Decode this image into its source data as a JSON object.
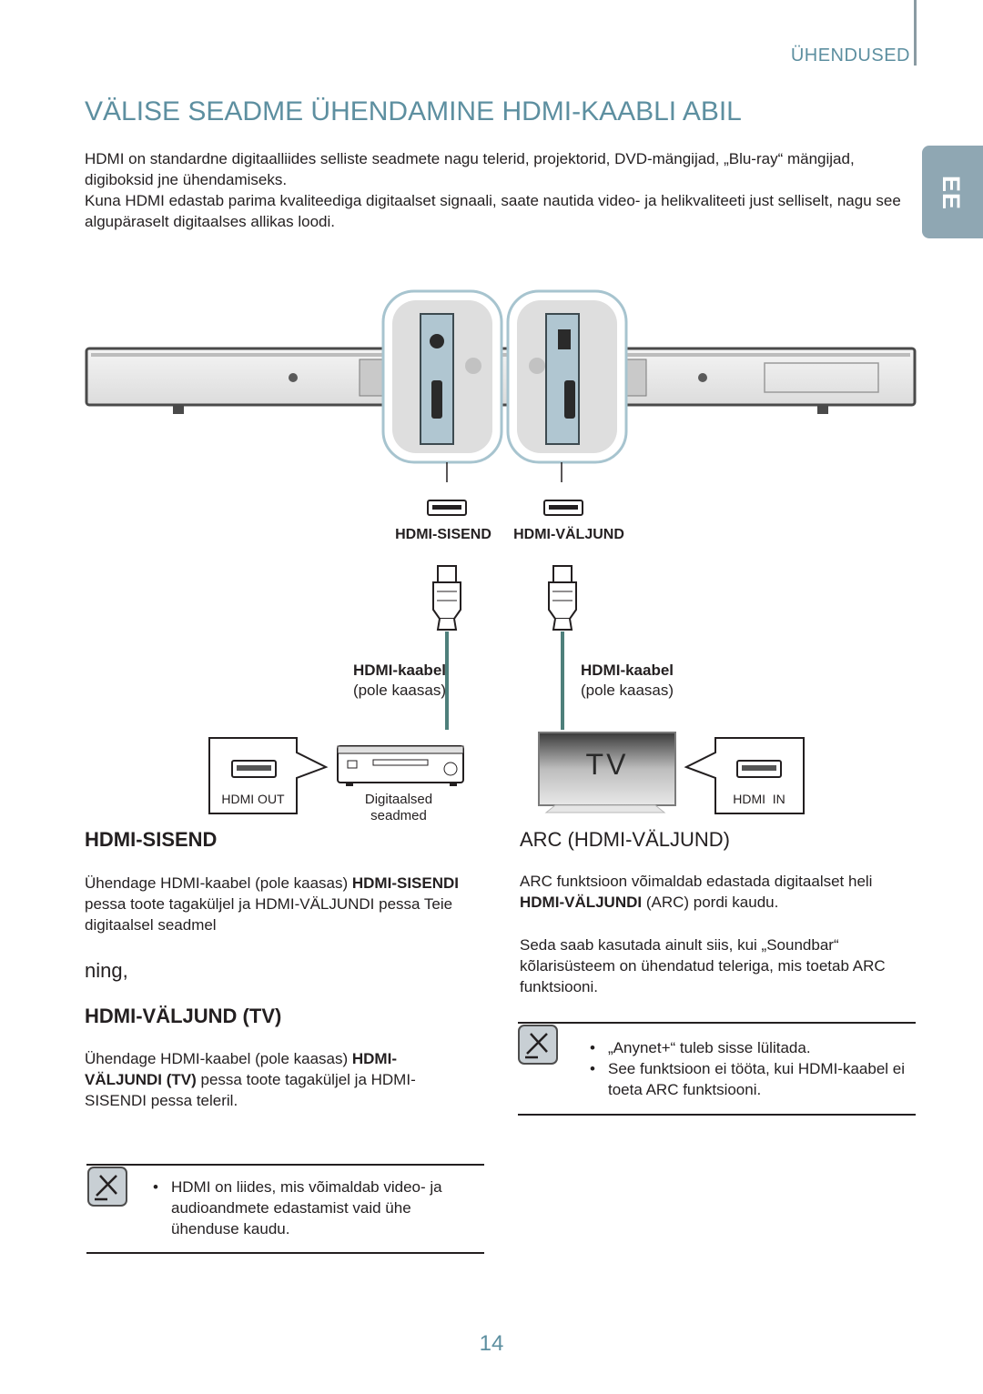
{
  "header": {
    "section": "ÜHENDUSED",
    "language_tab": "EE"
  },
  "title": "VÄLISE SEADME ÜHENDAMINE HDMI-KAABLI ABIL",
  "intro": [
    "HDMI on standardne digitaalliides selliste seadmete nagu telerid, projektorid, DVD-mängijad, „Blu-ray“ mängijad, digiboksid jne ühendamiseks.",
    "Kuna HDMI edastab parima kvaliteediga digitaalset signaali, saate nautida video- ja helikvaliteeti just selliselt, nagu see algupäraselt digitaalses allikas loodi."
  ],
  "diagram": {
    "port_in": "HDMI-SISEND",
    "port_out": "HDMI-VÄLJUND",
    "cable_left": [
      "HDMI-kaabel",
      "(pole kaasas)"
    ],
    "cable_right": [
      "HDMI-kaabel",
      "(pole kaasas)"
    ],
    "hdmi_out_label": "HDMI OUT",
    "device_label": [
      "Digitaalsed",
      "seadmed"
    ],
    "tv_label": "TV",
    "hdmi_in_label": "HDMI  IN"
  },
  "left": {
    "h_sisend": "HDMI-SISEND",
    "p1": {
      "a": "Ühendage HDMI-kaabel (pole kaasas) ",
      "b": "HDMI-SISENDI",
      "c": " pessa toote tagaküljel ja HDMI-VÄLJUNDI pessa Teie digitaalsel seadmel"
    },
    "ning": "ning,",
    "h_valjund": "HDMI-VÄLJUND (TV)",
    "p2": {
      "a": "Ühendage HDMI-kaabel (pole kaasas) ",
      "b": "HDMI-VÄLJUNDI (TV)",
      "c": " pessa toote tagaküljel ja HDMI-SISENDI pessa teleril."
    },
    "note": "HDMI on liides, mis võimaldab video- ja audioandmete edastamist vaid ühe ühenduse kaudu."
  },
  "right": {
    "h_arc": "ARC (HDMI-VÄLJUND)",
    "p1": {
      "a": "ARC funktsioon võimaldab edastada digitaalset heli ",
      "b": "HDMI-VÄLJUNDI",
      "c": " (ARC) pordi kaudu."
    },
    "p2": "Seda saab kasutada ainult siis, kui „Soundbar“ kõlarisüsteem on ühendatud teleriga, mis toetab ARC funktsiooni.",
    "notes": [
      "„Anynet+“ tuleb sisse lülitada.",
      "See funktsioon ei tööta, kui HDMI-kaabel ei toeta ARC funktsiooni."
    ]
  },
  "page_number": "14"
}
